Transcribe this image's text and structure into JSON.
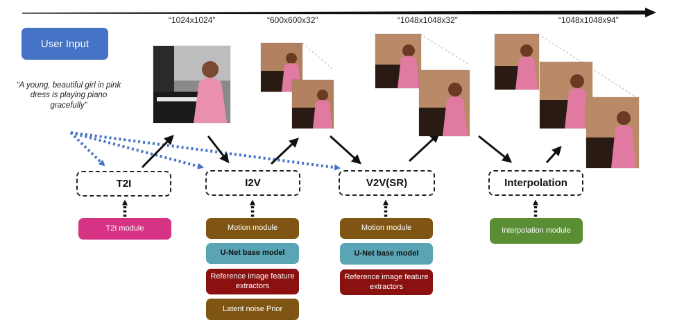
{
  "resolutions": {
    "t2i": "“1024x1024”",
    "i2v": "“600x600x32”",
    "v2v": "“1048x1048x32”",
    "interp": "“1048x1048x94”"
  },
  "user_input": {
    "label": "User Input",
    "prompt": "“A young, beautiful girl in pink dress is playing piano gracefully”"
  },
  "stages": {
    "t2i": "T2I",
    "i2v": "I2V",
    "v2v": "V2V(SR)",
    "interp": "Interpolation"
  },
  "modules": {
    "t2i": [
      "T2I module"
    ],
    "i2v": [
      "Motion module",
      "U-Net base model",
      "Reference image feature extractors",
      "Latent noise Prior"
    ],
    "v2v": [
      "Motion module",
      "U-Net base model",
      "Reference image feature extractors"
    ],
    "interp": [
      "Interpolation module"
    ]
  },
  "colors": {
    "user_input": "#4472c4",
    "blue_dotted_arrow": "#4472c4",
    "t2i_module": "#d63384",
    "motion_module": "#7f5513",
    "unet_model": "#5aa4b4",
    "ref_extractor": "#8b1111",
    "latent_prior": "#7f5513",
    "interp_module": "#5a8e35"
  },
  "icons": {
    "frames": "piano-girl-image-icon",
    "timeline": "timeline-arrow-icon"
  }
}
